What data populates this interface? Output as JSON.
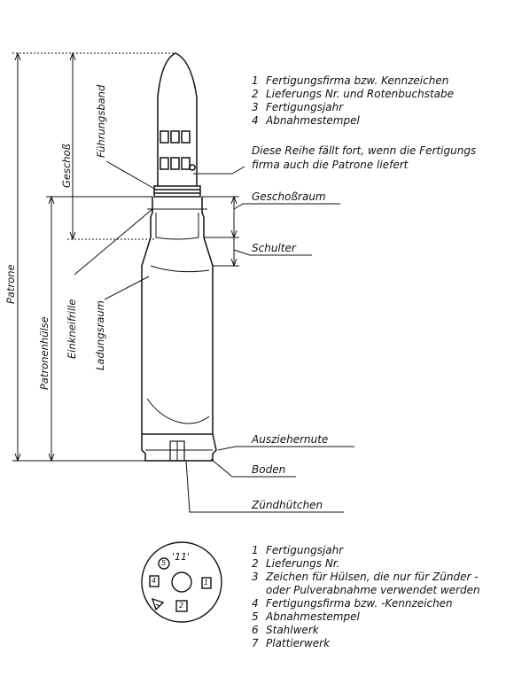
{
  "legend_top": [
    {
      "num": "1",
      "text": "Fertigungsfirma bzw. Kennzeichen"
    },
    {
      "num": "2",
      "text": "Lieferungs Nr. und Rotenbuchstabe"
    },
    {
      "num": "3",
      "text": "Fertigungsjahr"
    },
    {
      "num": "4",
      "text": "Abnahmestempel"
    }
  ],
  "note": {
    "line1": "Diese Reihe fällt fort, wenn die Fertigungs",
    "line2": "firma auch die Patrone liefert"
  },
  "callouts": {
    "geschossraum": "Geschoßraum",
    "schulter": "Schulter",
    "auszieher": "Ausziehernute",
    "boden": "Boden",
    "zuendhuetchen": "Zündhütchen"
  },
  "vertical_labels": {
    "patrone": "Patrone",
    "geschoss": "Geschoß",
    "patronenhuelse": "Patronenhülse",
    "fuehrungsband": "Führungsband",
    "einkneifrille": "Einkneifrille",
    "ladungsraum": "Ladungsraum"
  },
  "base_marks": {
    "top": "'11'",
    "r5": "5",
    "r4": "4",
    "r1": "1",
    "r2": "2"
  },
  "legend_bottom": [
    {
      "num": "1",
      "text": "Fertigungsjahr"
    },
    {
      "num": "2",
      "text": "Lieferungs Nr."
    },
    {
      "num": "3",
      "text": "Zeichen für Hülsen, die nur für Zünder -"
    },
    {
      "num": "",
      "text": "oder Pulverabnahme verwendet werden"
    },
    {
      "num": "4",
      "text": "Fertigungsfirma bzw. -Kennzeichen"
    },
    {
      "num": "5",
      "text": "Abnahmestempel"
    },
    {
      "num": "6",
      "text": "Stahlwerk"
    },
    {
      "num": "7",
      "text": "Plattierwerk"
    }
  ]
}
